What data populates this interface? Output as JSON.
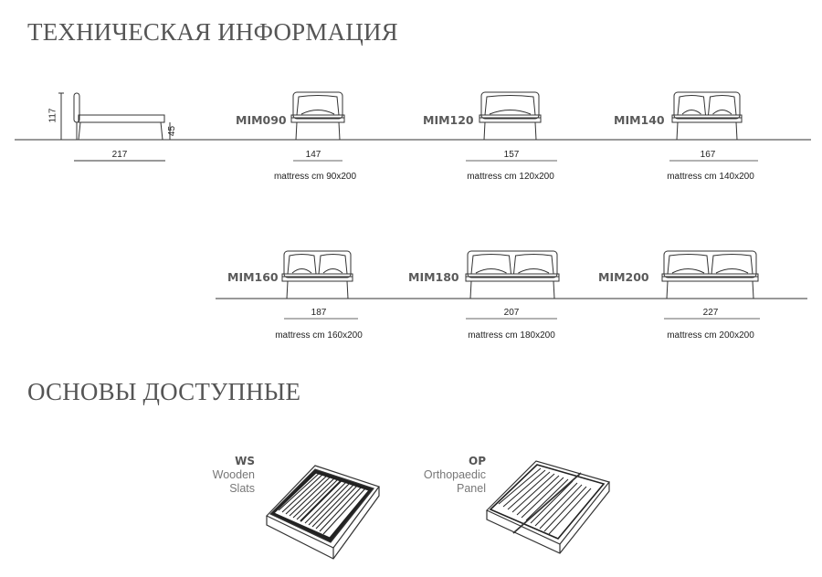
{
  "sections": {
    "technical_title": "ТЕХНИЧЕСКАЯ ИНФОРМАЦИЯ",
    "bases_title": "ОСНОВЫ ДОСТУПНЫЕ"
  },
  "side_view": {
    "height": "117",
    "leg_height": "45",
    "length": "217"
  },
  "models": [
    {
      "code": "MIM090",
      "width": "147",
      "mattress": "mattress cm 90x200"
    },
    {
      "code": "MIM120",
      "width": "157",
      "mattress": "mattress cm 120x200"
    },
    {
      "code": "MIM140",
      "width": "167",
      "mattress": "mattress cm 140x200"
    },
    {
      "code": "MIM160",
      "width": "187",
      "mattress": "mattress cm 160x200"
    },
    {
      "code": "MIM180",
      "width": "207",
      "mattress": "mattress cm 180x200"
    },
    {
      "code": "MIM200",
      "width": "227",
      "mattress": "mattress cm 200x200"
    }
  ],
  "bases": [
    {
      "code": "WS",
      "name_line1": "Wooden",
      "name_line2": "Slats",
      "icon": "wooden-slats-base"
    },
    {
      "code": "OP",
      "name_line1": "Orthopaedic",
      "name_line2": "Panel",
      "icon": "orthopaedic-panel-base"
    }
  ],
  "colors": {
    "line": "#333333",
    "heading": "#555555"
  }
}
